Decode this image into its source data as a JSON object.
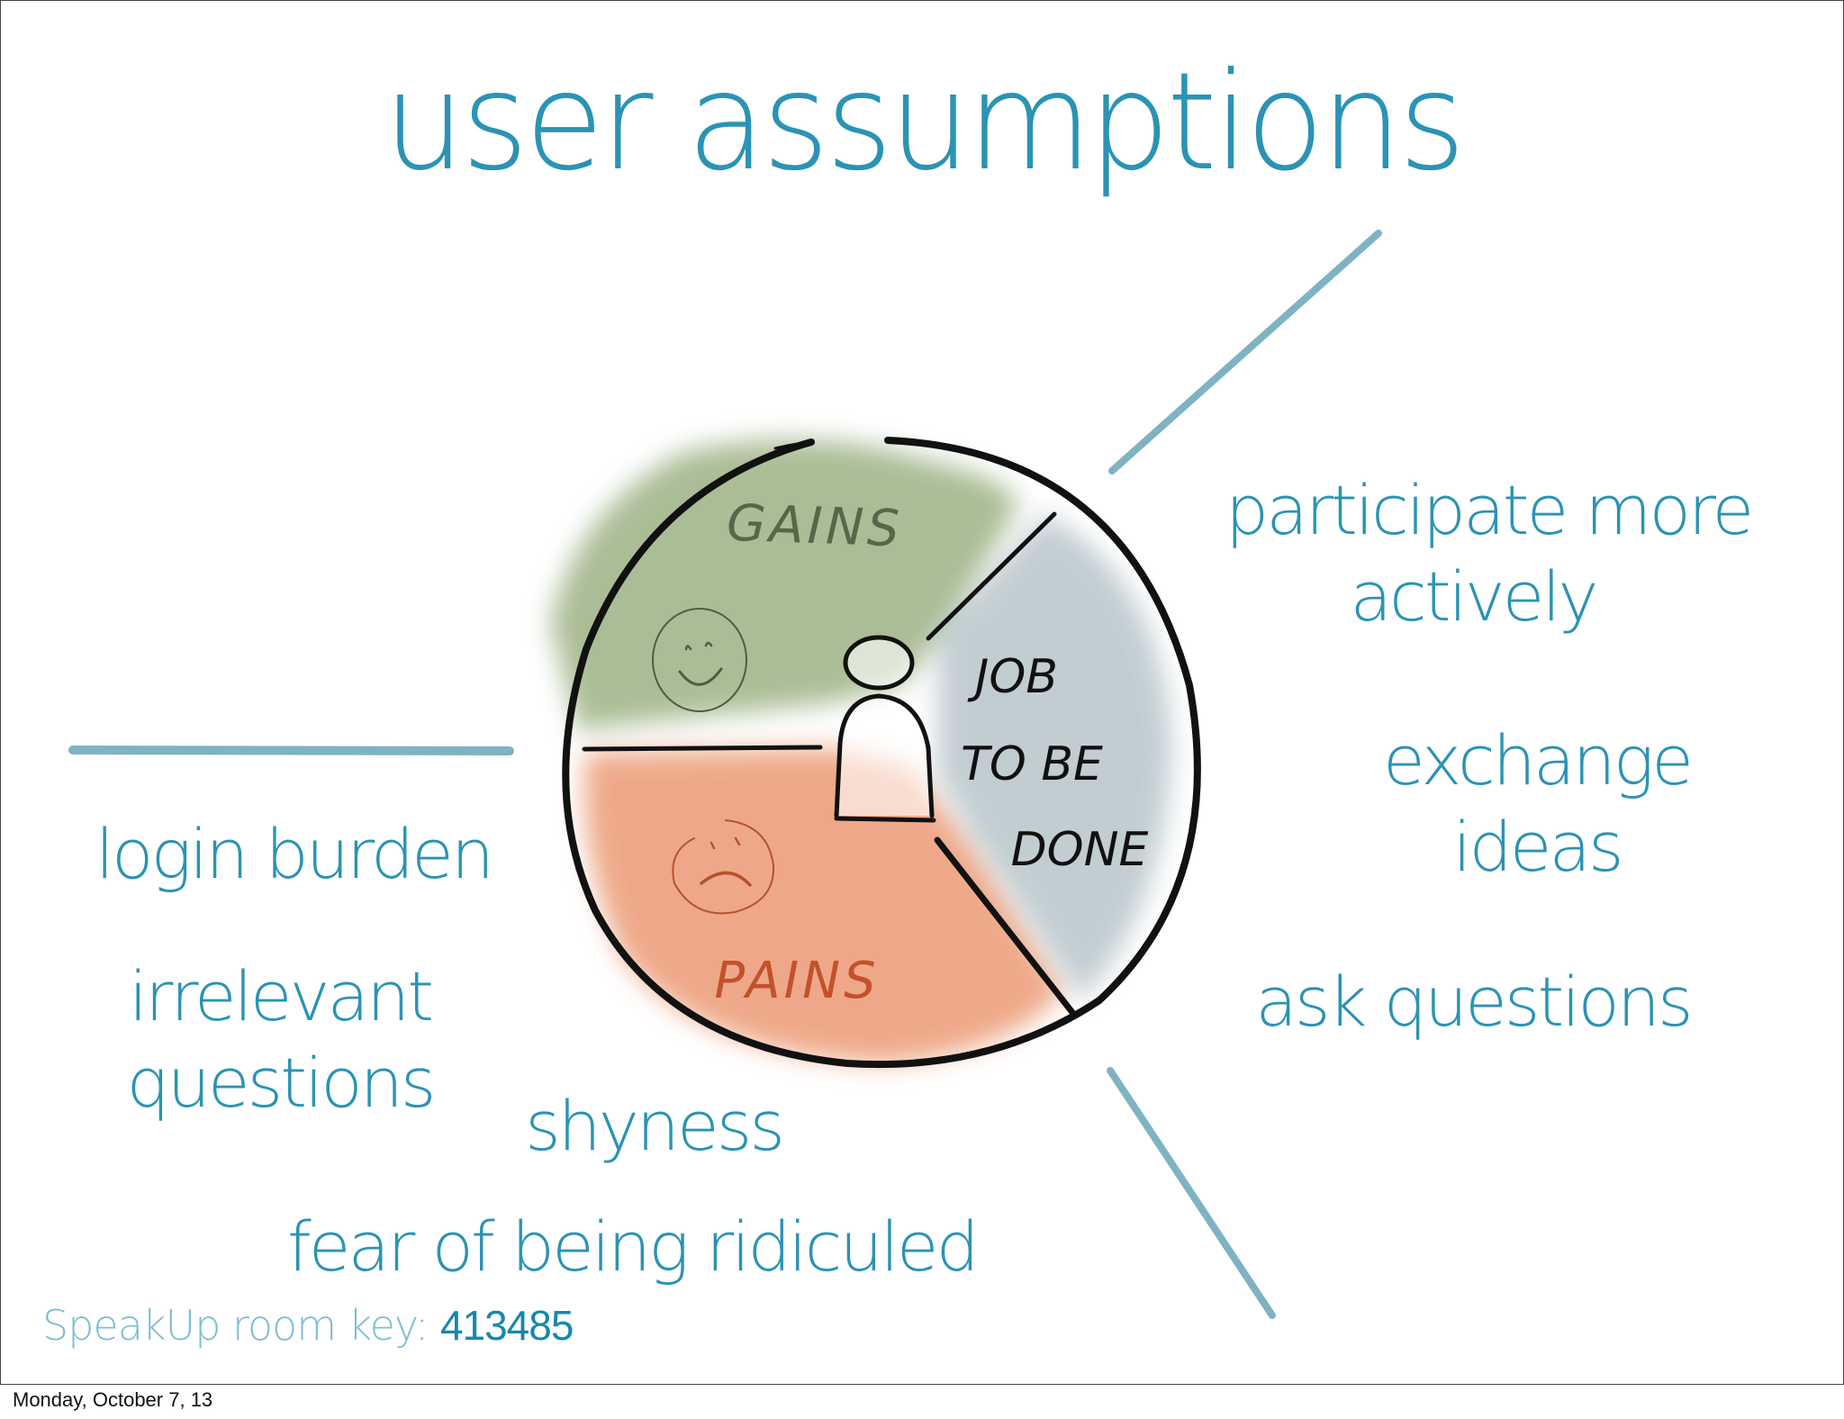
{
  "slide": {
    "title": "user assumptions",
    "diagram": {
      "gains_label": "GAINS",
      "pains_label": "PAINS",
      "job_lines": [
        "JOB",
        "TO BE",
        "DONE"
      ],
      "colors": {
        "gains": "#8fa874",
        "pains": "#e98c62",
        "job": "#a9b9bf",
        "connector": "#7fb2c2",
        "outline": "#111111"
      },
      "icons": [
        "smiley-face-icon",
        "sad-face-icon",
        "person-icon"
      ]
    },
    "right_labels": {
      "participate": [
        "participate more",
        "actively"
      ],
      "exchange": [
        "exchange",
        "ideas"
      ],
      "ask": "ask questions"
    },
    "left_labels": {
      "login": "login burden",
      "irrelevant": [
        "irrelevant",
        "questions"
      ],
      "shyness": "shyness",
      "fear": "fear of being ridiculed"
    },
    "room_key": {
      "label": "SpeakUp room key:",
      "value": "413485"
    }
  },
  "footer": {
    "date": "Monday, October 7, 13"
  }
}
